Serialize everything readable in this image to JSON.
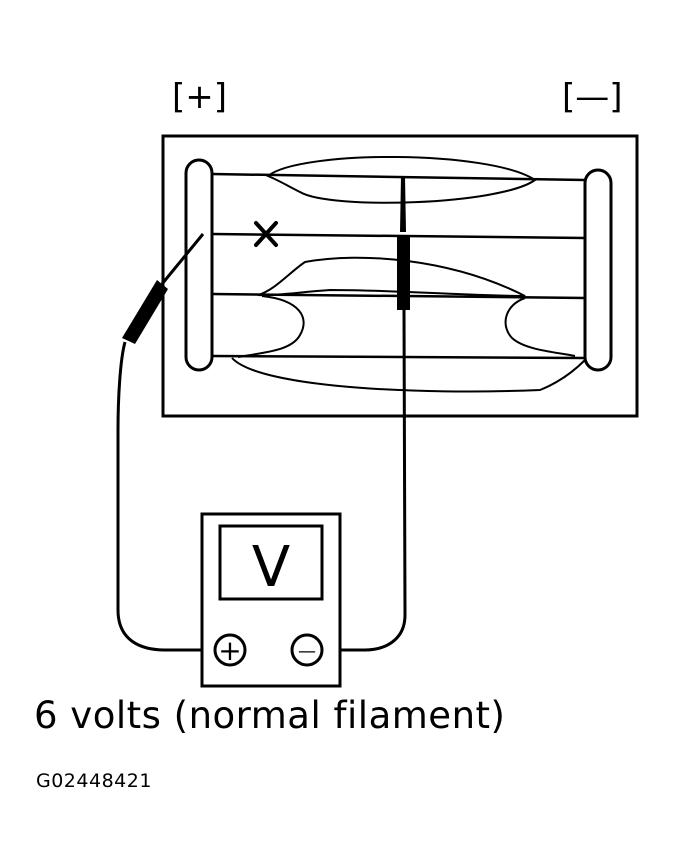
{
  "terminals": {
    "positive_label": "[+]",
    "negative_label": "[—]"
  },
  "meter": {
    "display_letter": "V",
    "positive_symbol": "+",
    "negative_symbol": "—"
  },
  "fault_mark": "×",
  "caption": "6 volts (normal filament)",
  "figure_id": "G02448421",
  "colors": {
    "ink": "#000000",
    "paper": "#ffffff"
  }
}
